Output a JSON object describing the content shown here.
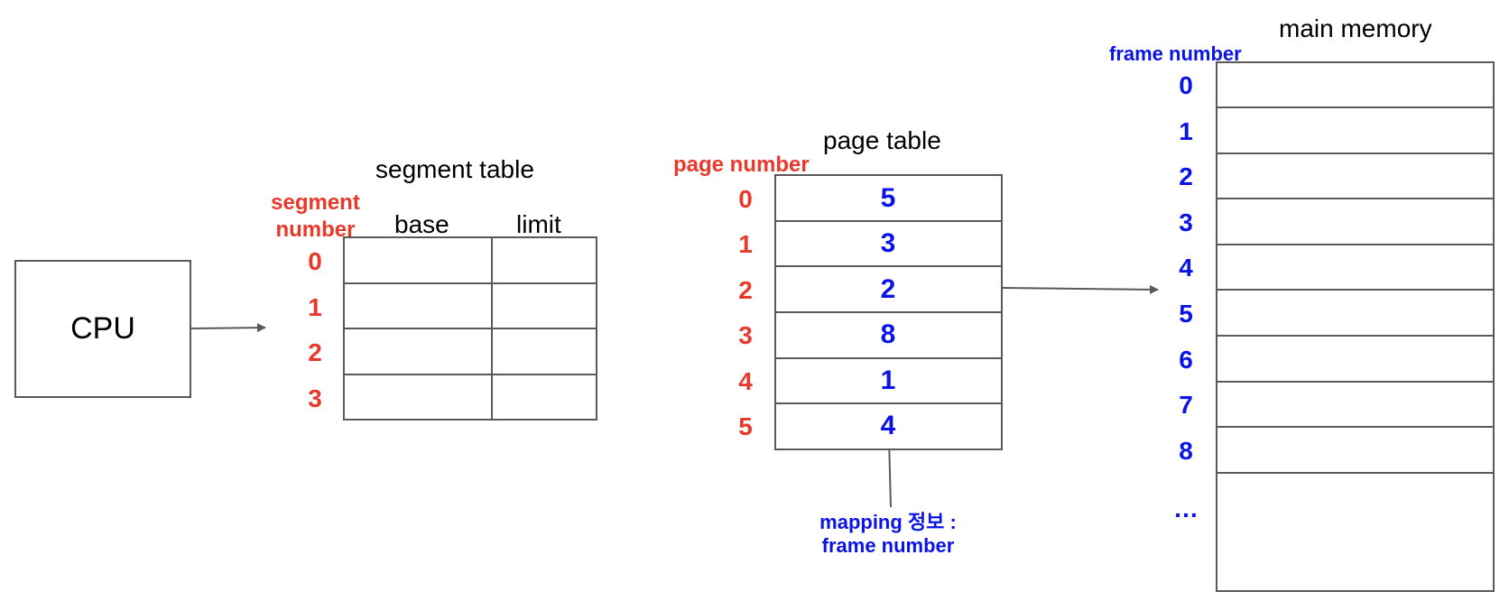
{
  "colors": {
    "red": "#e8392a",
    "blue": "#0a14e6",
    "line": "#595959"
  },
  "cpu": {
    "label": "CPU"
  },
  "segment_table": {
    "title": "segment table",
    "row_header": "segment number",
    "col_base": "base",
    "col_limit": "limit",
    "numbers": [
      "0",
      "1",
      "2",
      "3"
    ]
  },
  "page_table": {
    "title": "page table",
    "row_header": "page number",
    "numbers": [
      "0",
      "1",
      "2",
      "3",
      "4",
      "5"
    ],
    "frames": [
      "5",
      "3",
      "2",
      "8",
      "1",
      "4"
    ],
    "annotation_line1": "mapping 정보 :",
    "annotation_line2": "frame number"
  },
  "main_memory": {
    "title": "main memory",
    "row_header": "frame number",
    "frames": [
      "0",
      "1",
      "2",
      "3",
      "4",
      "5",
      "6",
      "7",
      "8"
    ],
    "ellipsis": "…"
  }
}
